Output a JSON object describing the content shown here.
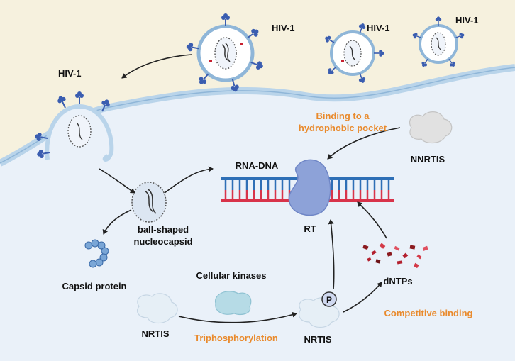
{
  "labels": {
    "hiv1_a": "HIV-1",
    "hiv1_b": "HIV-1",
    "hiv1_c": "HIV-1",
    "hiv1_entry": "HIV-1",
    "binding_line1": "Binding to a",
    "binding_line2": "hydrophobic pocket",
    "nnrtis": "NNRTIS",
    "rna_dna": "RNA-DNA",
    "rt": "RT",
    "ball_line1": "ball-shaped",
    "ball_line2": "nucleocapsid",
    "capsid_protein": "Capsid protein",
    "cellular_kinases": "Cellular kinases",
    "dntps": "dNTPs",
    "competitive_binding": "Competitive binding",
    "nrtis_left": "NRTIS",
    "triphosphorylation": "Triphosphorylation",
    "nrtis_right": "NRTIS",
    "phosphate": "P"
  },
  "colors": {
    "extracellular": "#f6f1de",
    "cytoplasm": "#eaf1f9",
    "membrane": "#b9d4ea",
    "virus_spike": "#3a5db0",
    "rt_enzyme": "#8da2d8",
    "dna_red": "#d8334a",
    "dna_blue": "#2e6fb6",
    "dntp_red": "#b3202e",
    "accent_orange": "#e98a2c"
  }
}
